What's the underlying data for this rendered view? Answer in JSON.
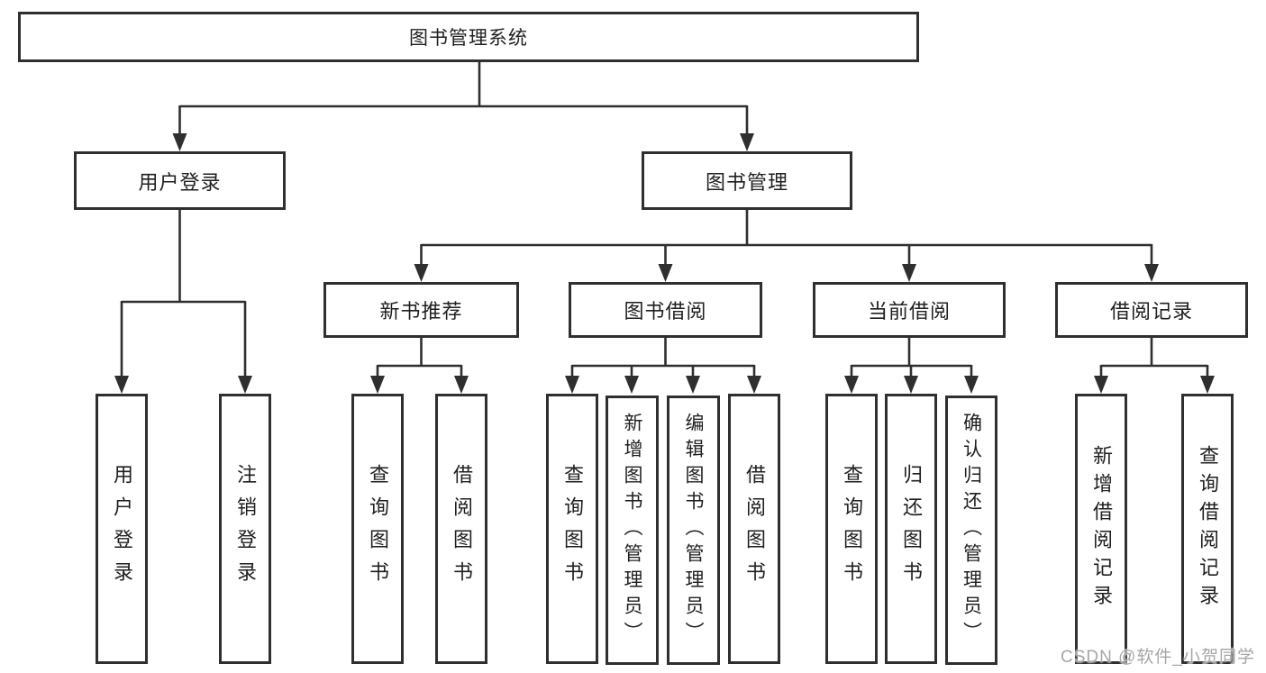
{
  "tree": {
    "root": {
      "label": "图书管理系统"
    },
    "level2": [
      {
        "label": "用户登录",
        "children": [
          {
            "label": "用户登录"
          },
          {
            "label": "注销登录"
          }
        ]
      },
      {
        "label": "图书管理",
        "children": [
          {
            "label": "新书推荐",
            "children": [
              {
                "label": "查询图书"
              },
              {
                "label": "借阅图书"
              }
            ]
          },
          {
            "label": "图书借阅",
            "children": [
              {
                "label": "查询图书"
              },
              {
                "label": "新增图书（管理员）"
              },
              {
                "label": "编辑图书（管理员）"
              },
              {
                "label": "借阅图书"
              }
            ]
          },
          {
            "label": "当前借阅",
            "children": [
              {
                "label": "查询图书"
              },
              {
                "label": "归还图书"
              },
              {
                "label": "确认归还（管理员）"
              }
            ]
          },
          {
            "label": "借阅记录",
            "children": [
              {
                "label": "新增借阅记录"
              },
              {
                "label": "查询借阅记录"
              }
            ]
          }
        ]
      }
    ]
  },
  "watermark": {
    "text": "CSDN @软件_小贺同学"
  },
  "colors": {
    "line": "#2f2f2f",
    "box_border": "#2f2f2f",
    "text": "#1f1f1f",
    "background": "#ffffff",
    "watermark": "#a6a6a6"
  }
}
